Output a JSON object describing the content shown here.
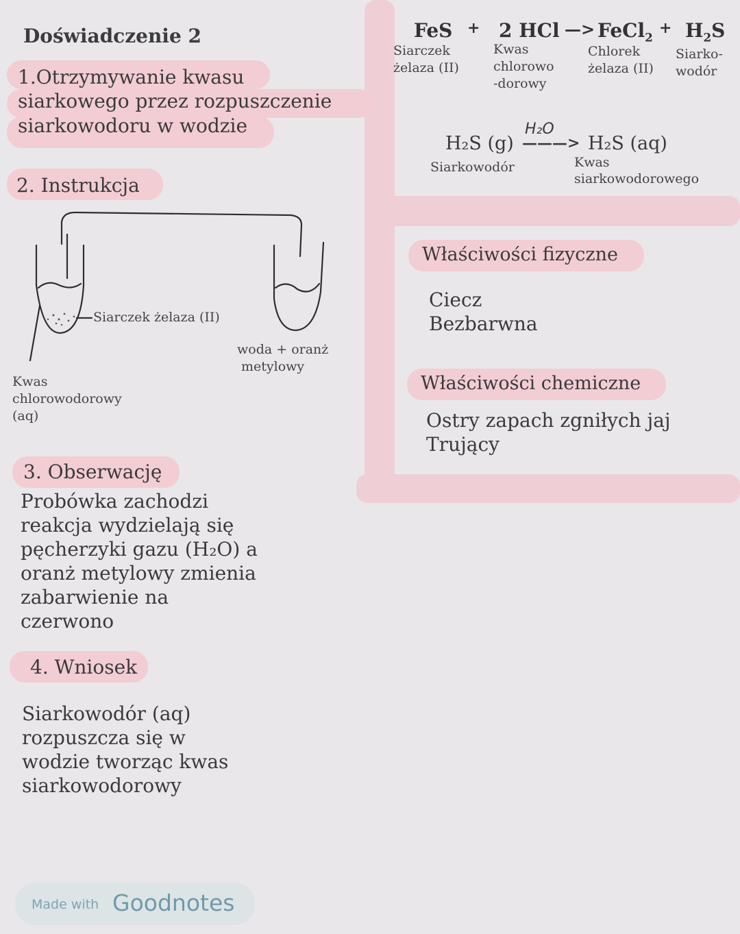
{
  "title": "Doświadczenie 2",
  "section1": {
    "line1": "1.Otrzymywanie kwasu",
    "line2": "siarkowego przez rozpuszczenie",
    "line3": "siarkowodoru w wodzie"
  },
  "section2": {
    "heading": "2. Instrukcja",
    "label_left_tube": "Siarczek żelaza (II)",
    "label_right_tube_1": "woda + oranż",
    "label_right_tube_2": "metylowy",
    "label_acid_1": "Kwas",
    "label_acid_2": "chlorowodorowy",
    "label_acid_3": "(aq)"
  },
  "section3": {
    "heading": "3. Obserwację",
    "lines": [
      "Probówka zachodzi",
      "reakcja wydzielają się",
      "pęcherzyki gazu (H₂O) a",
      "oranż metylowy zmienia",
      "zabarwienie na",
      "czerwono"
    ]
  },
  "section4": {
    "heading": "4. Wniosek",
    "lines": [
      "Siarkowodór  (aq)",
      "rozpuszcza się w",
      "wodzie tworząc kwas",
      "siarkowodorowy"
    ]
  },
  "equation1": {
    "fes": "FeS",
    "plus1": "+",
    "hcl": "2 HCl",
    "arrow": "—>",
    "fecl2": "FeCl",
    "fecl2_sub": "2",
    "plus2": "+",
    "h2s_h": "H",
    "h2s_sub": "2",
    "h2s_s": "S",
    "fes_label": [
      "Siarczek",
      "żelaza (II)"
    ],
    "hcl_label": [
      "Kwas",
      "chlorowo",
      "-dorowy"
    ],
    "fecl2_label": [
      "Chlorek",
      "żelaza (II)"
    ],
    "h2s_label": [
      "Siarko-",
      "wodór"
    ]
  },
  "equation2": {
    "left": "H₂S (g)",
    "over_arrow": "H₂O",
    "arrow": "———>",
    "right": "H₂S (aq)",
    "left_label": "Siarkowodór",
    "right_label_1": "Kwas",
    "right_label_2": "siarkowodorowego"
  },
  "physical": {
    "heading": "Właściwości fizyczne",
    "items": [
      "Ciecz",
      "Bezbarwna"
    ]
  },
  "chemical": {
    "heading": "Właściwości chemiczne",
    "items": [
      "Ostry zapach zgniłych jaj",
      "Trujący"
    ]
  },
  "badge": {
    "made_with": "Made with",
    "brand": "Goodnotes"
  }
}
